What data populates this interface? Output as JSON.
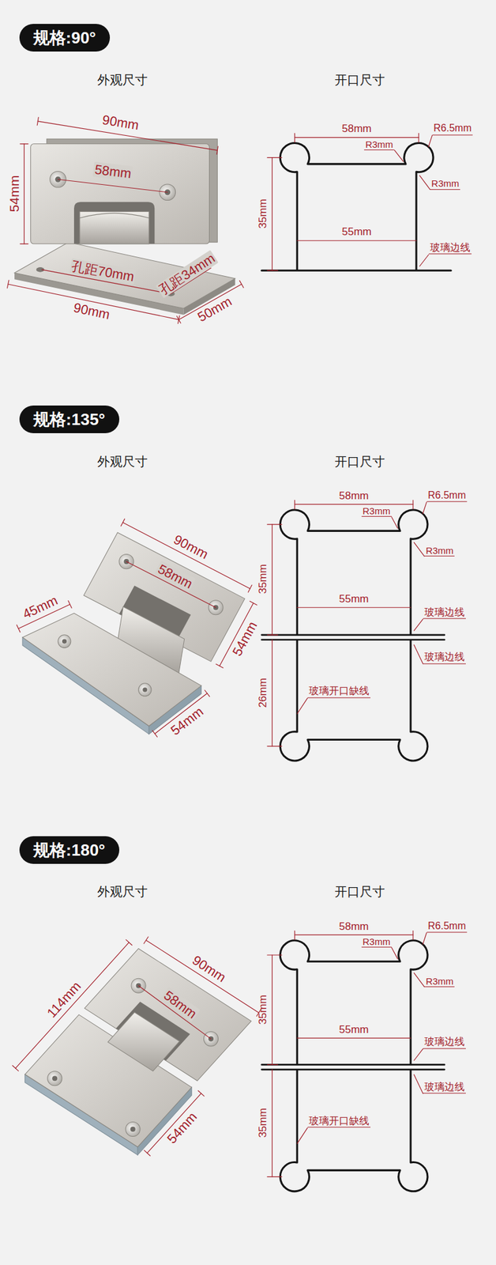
{
  "diagram": {
    "nodes": [
      {
        "text": [
          "规格:90°"
        ]
      },
      {
        "text": [
          "规格:135°"
        ]
      },
      {
        "text": [
          "规格:180°"
        ]
      }
    ],
    "labels": [
      "外观尺寸",
      "开口尺寸",
      "90mm",
      "58mm",
      "54mm",
      "孔距70mm",
      "孔距34mm",
      "90mm",
      "50mm",
      "58mm",
      "R6.5mm",
      "R3mm",
      "R3mm",
      "35mm",
      "55mm",
      "玻璃边线",
      "外观尺寸",
      "开口尺寸",
      "90mm",
      "58mm",
      "45mm",
      "54mm",
      "54mm",
      "58mm",
      "R6.5mm",
      "R3mm",
      "R3mm",
      "35mm",
      "55mm",
      "玻璃边线",
      "玻璃边线",
      "26mm",
      "玻璃开口缺线",
      "外观尺寸",
      "开口尺寸",
      "114mm",
      "90mm",
      "58mm",
      "54mm",
      "58mm",
      "R6.5mm",
      "R3mm",
      "R3mm",
      "35mm",
      "55mm",
      "玻璃边线",
      "玻璃边线",
      "35mm",
      "玻璃开口缺线"
    ]
  }
}
